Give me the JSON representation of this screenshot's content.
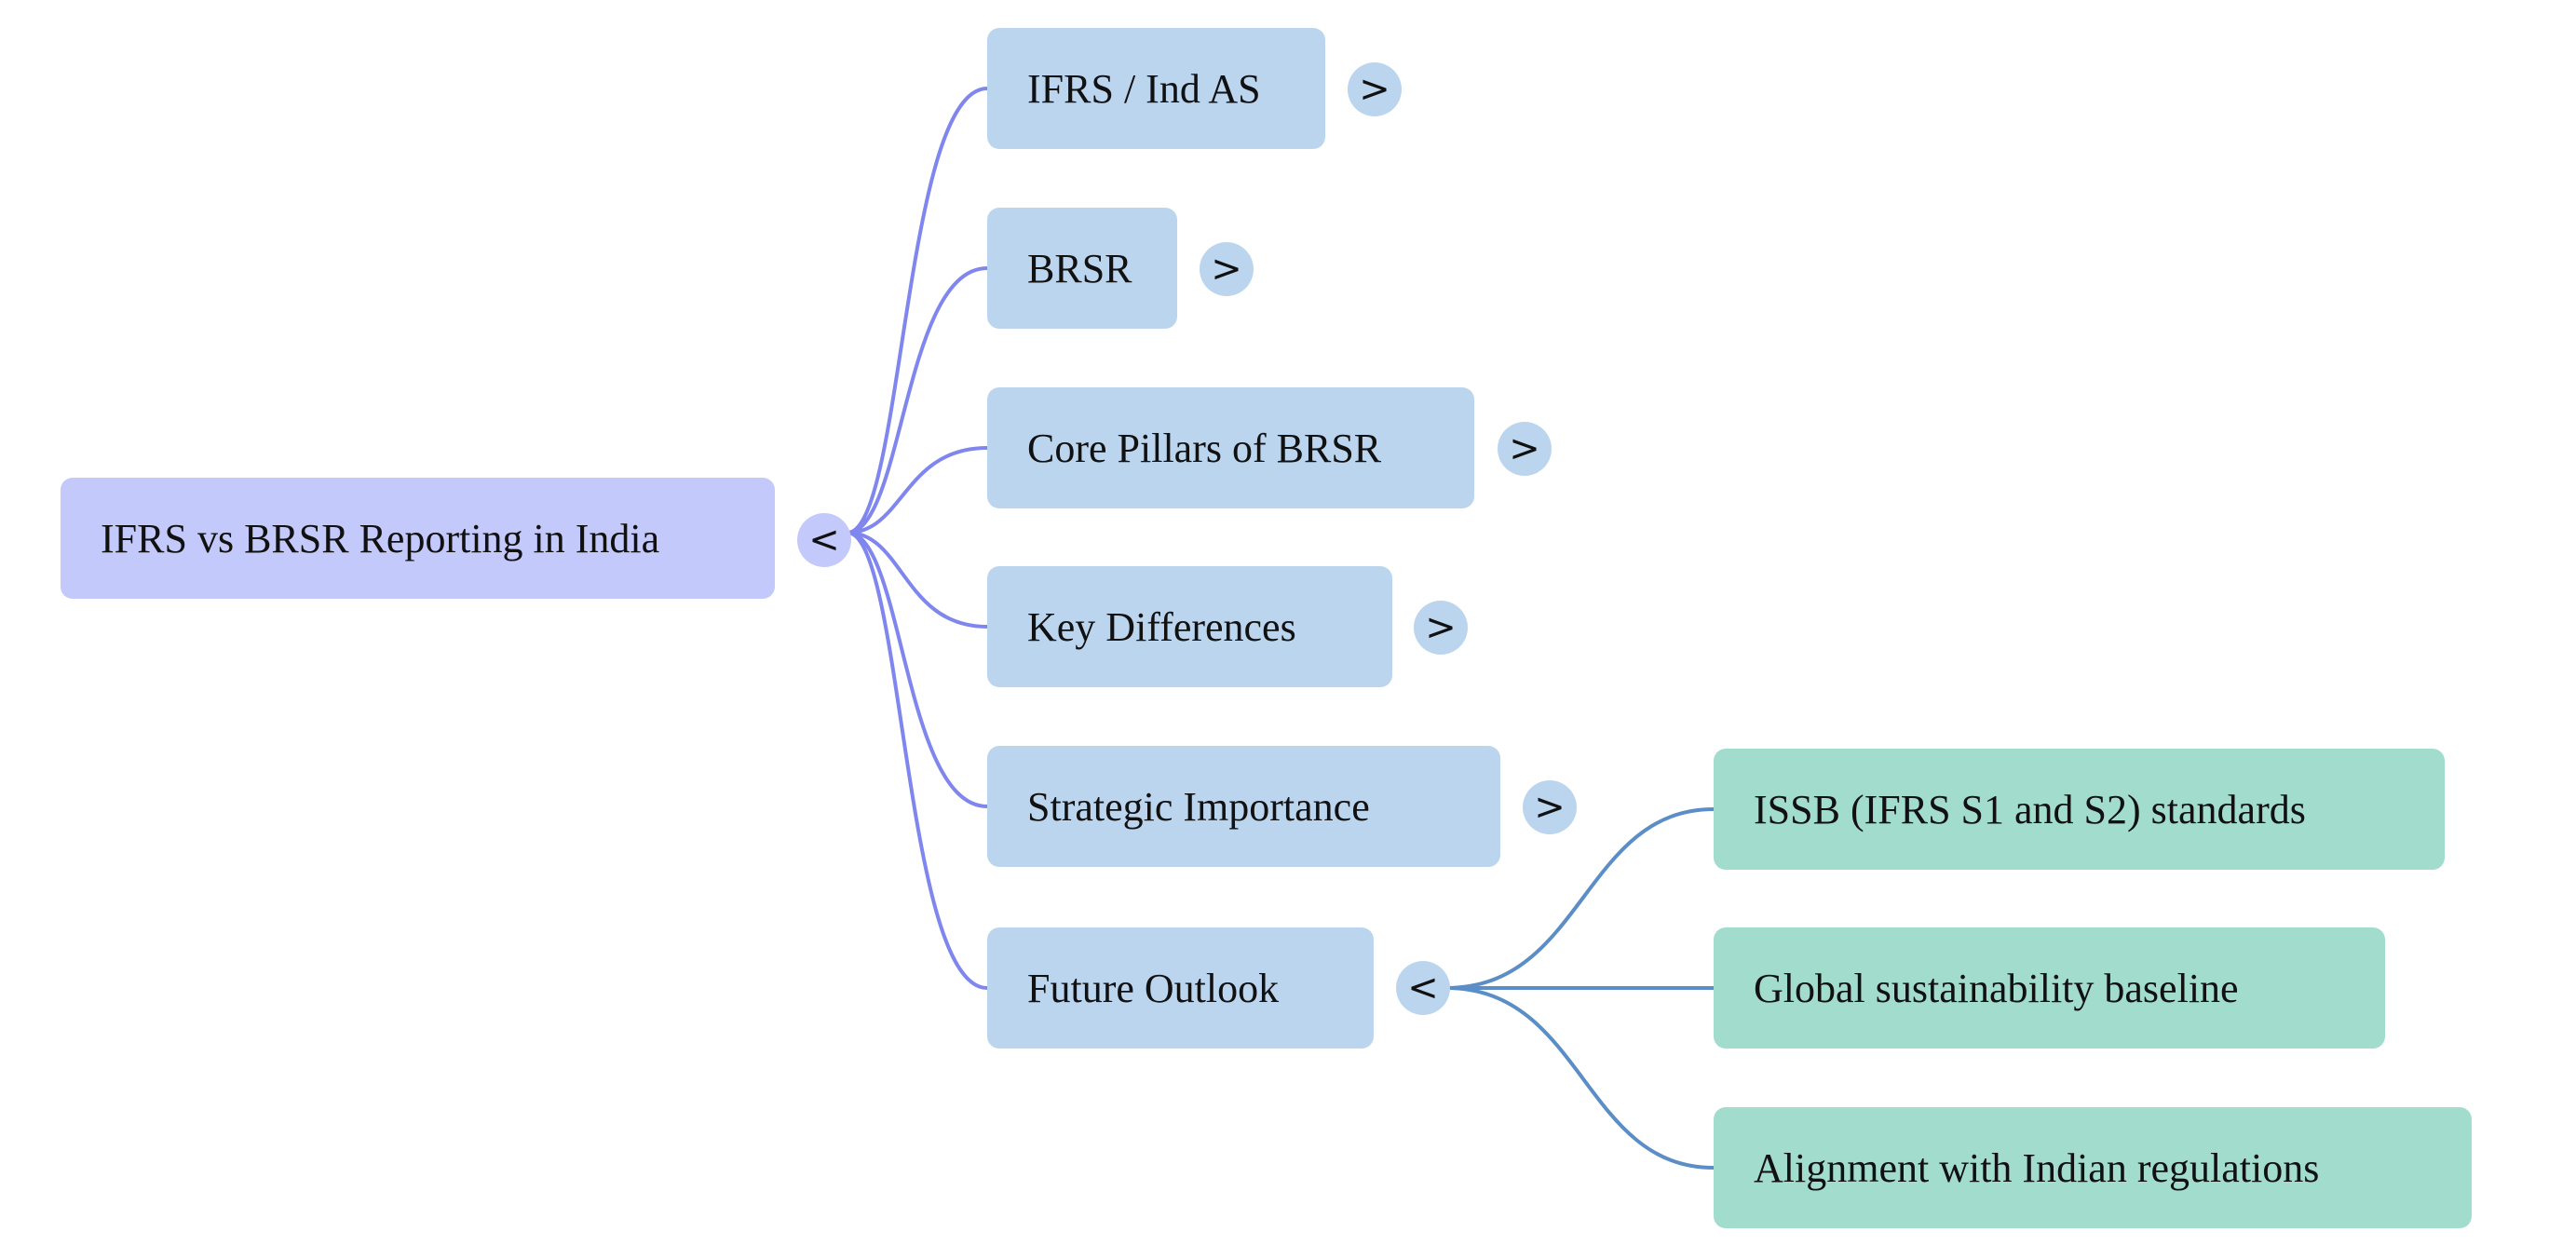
{
  "mindmap": {
    "root": {
      "label": "IFRS vs BRSR Reporting in India",
      "toggle": "<"
    },
    "branches": [
      {
        "label": "IFRS / Ind AS",
        "toggle": ">"
      },
      {
        "label": "BRSR",
        "toggle": ">"
      },
      {
        "label": "Core Pillars of BRSR",
        "toggle": ">"
      },
      {
        "label": "Key Differences",
        "toggle": ">"
      },
      {
        "label": "Strategic Importance",
        "toggle": ">"
      },
      {
        "label": "Future Outlook",
        "toggle": "<",
        "children": [
          {
            "label": "ISSB (IFRS S1 and S2) standards"
          },
          {
            "label": "Global sustainability baseline"
          },
          {
            "label": "Alignment with Indian regulations"
          }
        ]
      }
    ]
  },
  "colors": {
    "root_fill": "#c4c9fb",
    "branch_fill": "#bcd5ef",
    "leaf_fill": "#a2dccd",
    "root_link": "#7f86ee",
    "branch_link": "#5b8ec6"
  }
}
